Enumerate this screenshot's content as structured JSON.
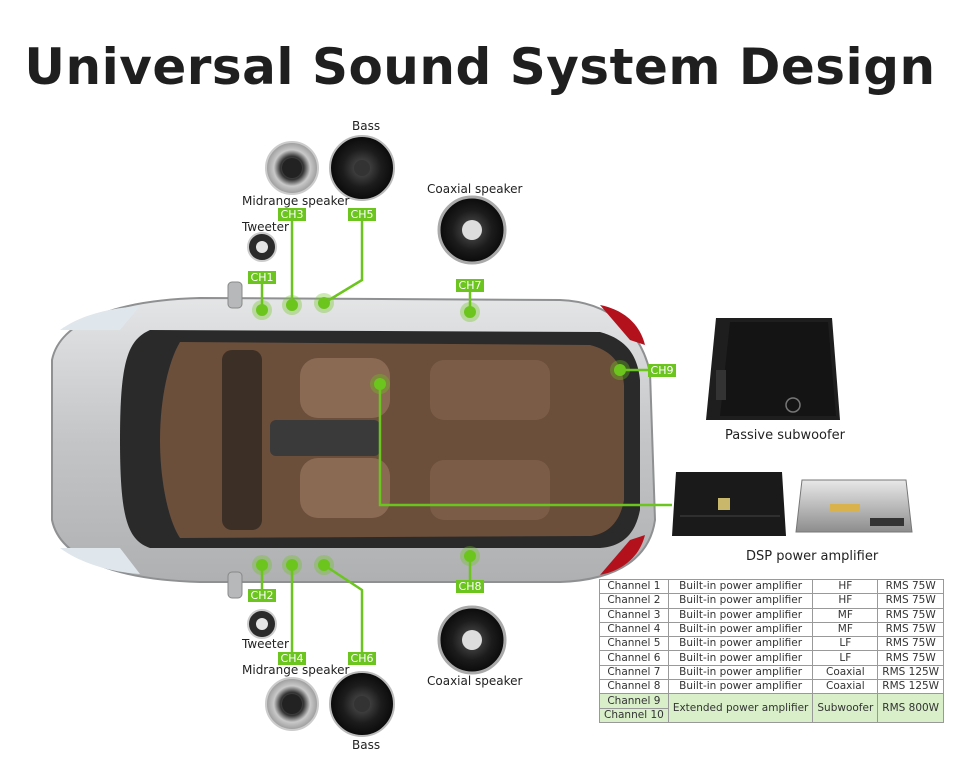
{
  "title": "Universal Sound System Design",
  "labels": {
    "bass_top": "Bass",
    "midrange_top": "Midrange speaker",
    "tweeter_top": "Tweeter",
    "coaxial_top": "Coaxial speaker",
    "subwoofer": "Passive subwoofer",
    "dsp": "DSP power amplifier",
    "tweeter_bottom": "Tweeter",
    "midrange_bottom": "Midrange speaker",
    "bass_bottom": "Bass",
    "coaxial_bottom": "Coaxial speaker"
  },
  "channels": {
    "ch1": "CH1",
    "ch2": "CH2",
    "ch3": "CH3",
    "ch4": "CH4",
    "ch5": "CH5",
    "ch6": "CH6",
    "ch7": "CH7",
    "ch8": "CH8",
    "ch9": "CH9"
  },
  "table": {
    "rows": [
      [
        "Channel 1",
        "Built-in power amplifier",
        "HF",
        "RMS 75W"
      ],
      [
        "Channel 2",
        "Built-in power amplifier",
        "HF",
        "RMS 75W"
      ],
      [
        "Channel 3",
        "Built-in power amplifier",
        "MF",
        "RMS 75W"
      ],
      [
        "Channel 4",
        "Built-in power amplifier",
        "MF",
        "RMS 75W"
      ],
      [
        "Channel 5",
        "Built-in power amplifier",
        "LF",
        "RMS 75W"
      ],
      [
        "Channel 6",
        "Built-in power amplifier",
        "LF",
        "RMS 75W"
      ],
      [
        "Channel 7",
        "Built-in power amplifier",
        "Coaxial",
        "RMS 125W"
      ],
      [
        "Channel 8",
        "Built-in power amplifier",
        "Coaxial",
        "RMS 125W"
      ]
    ],
    "ext": {
      "ch_a": "Channel 9",
      "ch_b": "Channel 10",
      "amp": "Extended power amplifier",
      "type": "Subwoofer",
      "power": "RMS 800W"
    }
  },
  "colors": {
    "accent_green": "#6cc51e",
    "highlight_row": "#d8efc9",
    "car_body": "#c9cbcd",
    "interior_brown": "#8a6a52"
  }
}
